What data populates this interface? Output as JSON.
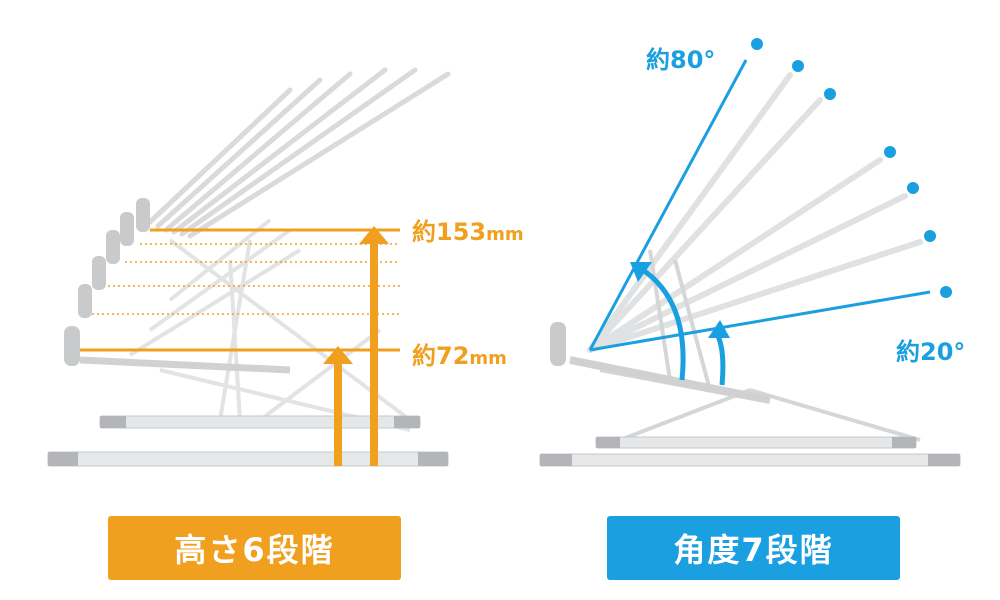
{
  "colors": {
    "orange": "#f0a01e",
    "blue": "#1a9fe0",
    "stand": "#cfd0d2",
    "stand_dark": "#b4b5b8",
    "white": "#ffffff"
  },
  "height_panel": {
    "label_max_prefix": "約",
    "label_max_value": "153",
    "label_max_unit": "mm",
    "label_min_prefix": "約",
    "label_min_value": "72",
    "label_min_unit": "mm",
    "caption": "高さ6段階",
    "levels": 6
  },
  "angle_panel": {
    "label_max": "約80°",
    "label_min": "約20°",
    "caption": "角度7段階",
    "angles": 7
  }
}
